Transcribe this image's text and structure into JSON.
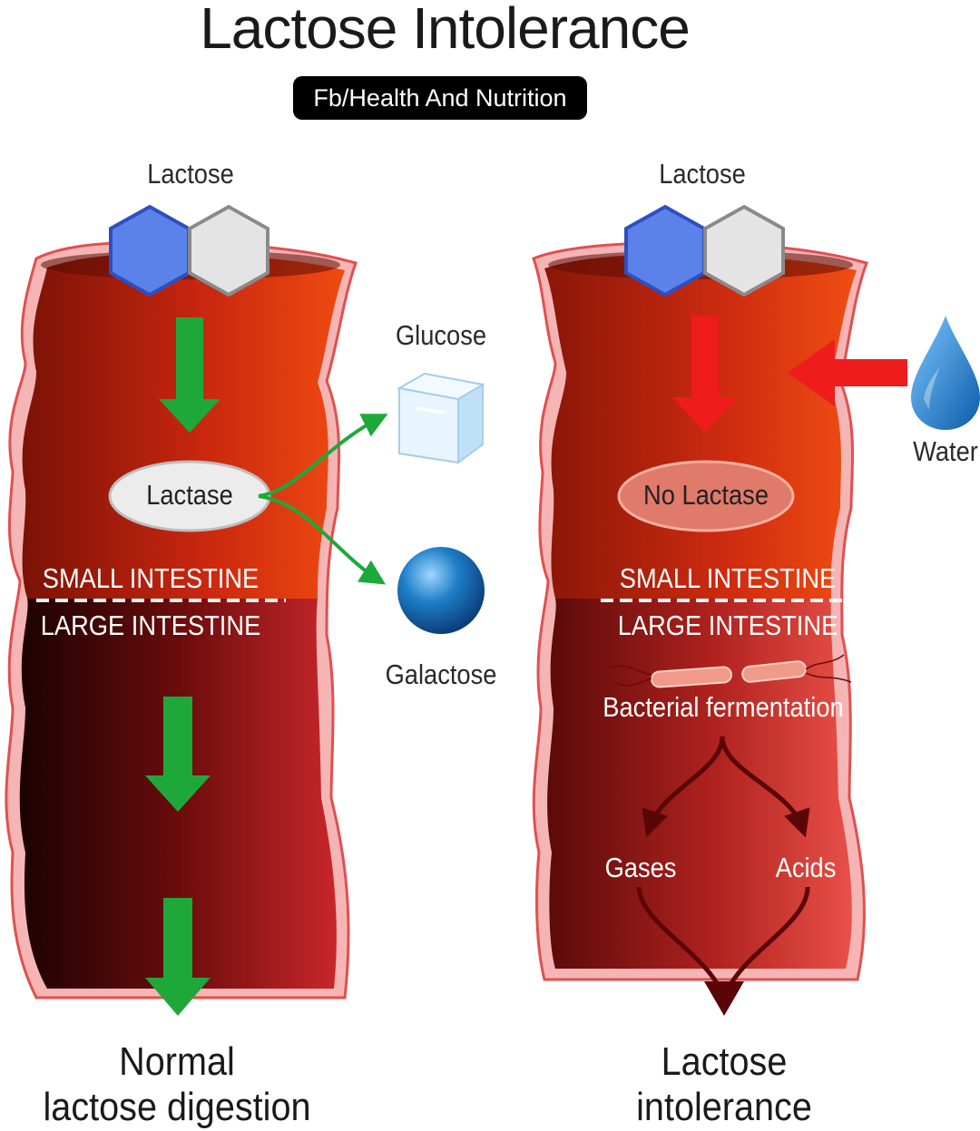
{
  "header": {
    "title": "Lactose Intolerance",
    "badge": "Fb/Health And Nutrition"
  },
  "left": {
    "lactose_label": "Lactose",
    "enzyme_label": "Lactase",
    "small_intestine": "SMALL INTESTINE",
    "large_intestine": "LARGE INTESTINE",
    "caption_line1": "Normal",
    "caption_line2": "lactose digestion"
  },
  "products": {
    "glucose": "Glucose",
    "galactose": "Galactose"
  },
  "right": {
    "lactose_label": "Lactose",
    "water_label": "Water",
    "enzyme_label": "No Lactase",
    "small_intestine": "SMALL INTESTINE",
    "large_intestine": "LARGE INTESTINE",
    "fermentation": "Bacterial fermentation",
    "gases": "Gases",
    "acids": "Acids",
    "caption_line1": "Lactose",
    "caption_line2": "intolerance"
  },
  "colors": {
    "intestine_red": "#c8260f",
    "intestine_orange": "#e8440c",
    "intestine_dark": "#3a0505",
    "lining_pink": "#f2a8a8",
    "arrow_green": "#1fa83a",
    "arrow_red": "#ee1c1c",
    "glucose_blue": "#4a90d9",
    "galactose_blue": "#1e7fc8"
  }
}
